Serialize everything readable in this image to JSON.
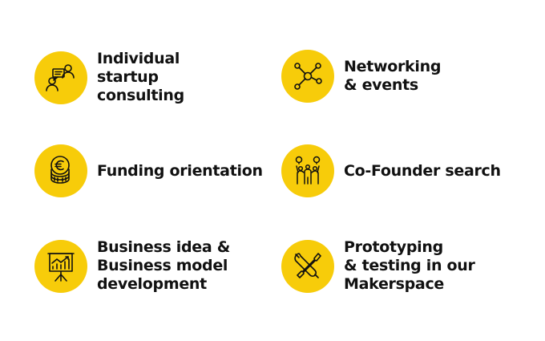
{
  "accent_color": "#F7CC0A",
  "text_color": "#111111",
  "services": [
    {
      "icon": "consulting-chat-icon",
      "label": "Individual\nstartup\nconsulting"
    },
    {
      "icon": "network-nodes-icon",
      "label": "Networking\n& events"
    },
    {
      "icon": "euro-coins-icon",
      "label": "Funding orientation"
    },
    {
      "icon": "team-ideas-icon",
      "label": "Co-Founder search"
    },
    {
      "icon": "presentation-chart-icon",
      "label": "Business idea &\nBusiness model\ndevelopment"
    },
    {
      "icon": "tools-icon",
      "label": "Prototyping\n& testing in our\nMakerspace"
    }
  ]
}
